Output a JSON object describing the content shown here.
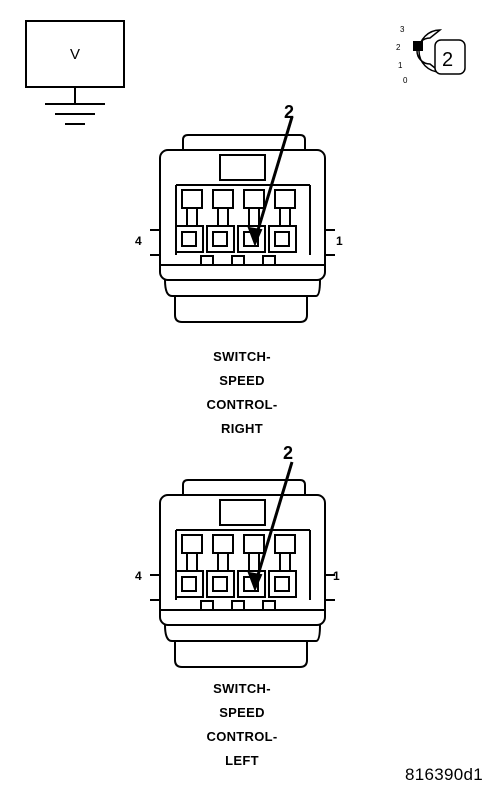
{
  "meter": {
    "label": "V"
  },
  "selector": {
    "scale_3": "3",
    "scale_2": "2",
    "scale_1": "1",
    "scale_0": "0",
    "position": "2"
  },
  "connector_right": {
    "pin_left": "4",
    "pin_right": "1",
    "callout": "2",
    "caption": [
      "SWITCH-",
      "SPEED",
      "CONTROL-",
      "RIGHT"
    ]
  },
  "connector_left": {
    "pin_left": "4",
    "pin_right": "1",
    "callout": "2",
    "caption": [
      "SWITCH-",
      "SPEED",
      "CONTROL-",
      "LEFT"
    ]
  },
  "figure_id": "816390d1"
}
